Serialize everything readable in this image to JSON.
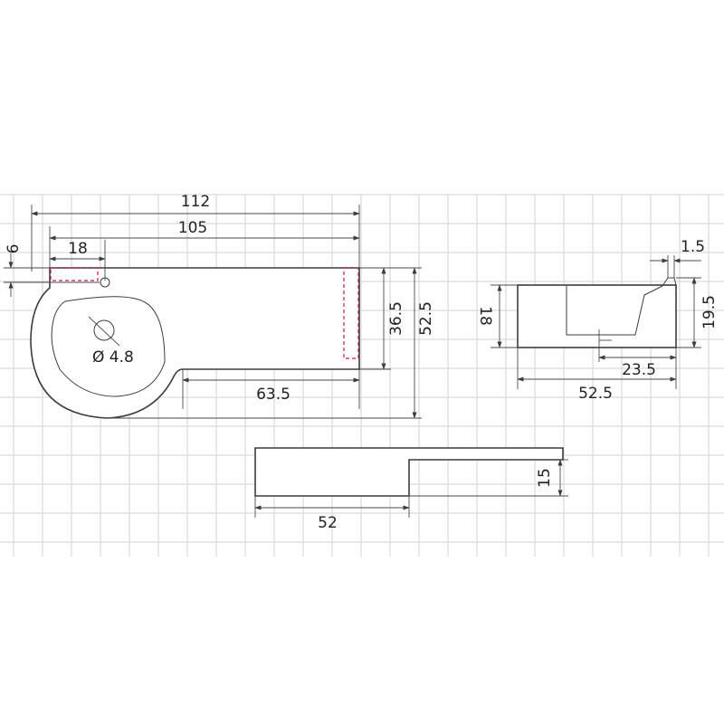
{
  "dimensions": {
    "total_length": "112",
    "top_length": "105",
    "tap_offset": "18",
    "tap_edge": "6",
    "bowl_hole": "Ø 4.8",
    "depth_right": "36.5",
    "depth_total": "52.5",
    "base_length": "63.5",
    "lip": "1.5",
    "side_height": "19.5",
    "side_inner_height": "18",
    "side_inner_depth": "23.5",
    "side_depth": "52.5",
    "bottom_height": "15",
    "bottom_length": "52"
  }
}
